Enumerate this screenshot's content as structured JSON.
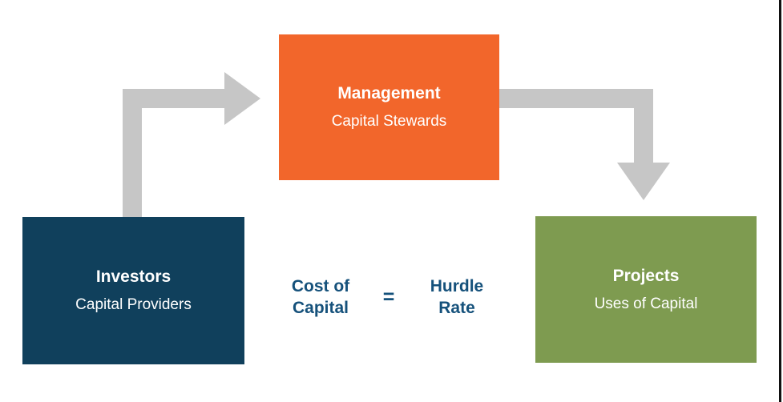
{
  "page": {
    "edge_line": {
      "side": "right",
      "color": "#111111"
    },
    "background_color": "#FFFFFF"
  },
  "nodes": {
    "management": {
      "title": "Management",
      "subtitle": "Capital Stewards",
      "color": "#F2662B"
    },
    "investors": {
      "title": "Investors",
      "subtitle": "Capital Providers",
      "color": "#10405C"
    },
    "projects": {
      "title": "Projects",
      "subtitle": "Uses of Capital",
      "color": "#7E9B50"
    }
  },
  "arrows": {
    "color": "#C6C6C6",
    "flow1": "investors-to-management",
    "flow2": "management-to-projects"
  },
  "equation": {
    "lhs_line1": "Cost of",
    "lhs_line2": "Capital",
    "operator": "=",
    "rhs_line1": "Hurdle",
    "rhs_line2": "Rate",
    "text_color": "#15517B"
  }
}
